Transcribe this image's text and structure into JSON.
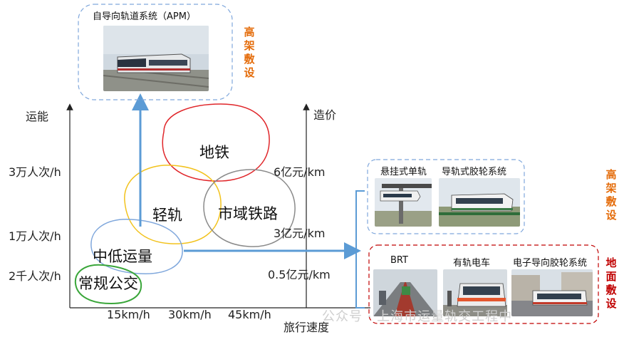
{
  "axes": {
    "y_left_title": "运能",
    "y_right_title": "造价",
    "x_title": "旅行速度"
  },
  "capacity_ticks": [
    "3万人次/h",
    "1万人次/h",
    "2千人次/h"
  ],
  "cost_ticks": [
    "6亿元/km",
    "3亿元/km",
    "0.5亿元/km"
  ],
  "speed_ticks": [
    "15km/h",
    "30km/h",
    "45km/h"
  ],
  "bubbles": {
    "metro": "地铁",
    "light_rail": "轻轨",
    "suburban": "市域铁路",
    "medium_low": "中低运量",
    "bus": "常规公交"
  },
  "top_panel": {
    "caption": "自导向轨道系统（APM）",
    "side_label": "高架敷设"
  },
  "right_elevated": {
    "captions": [
      "悬挂式单轨",
      "导轨式胶轮系统"
    ],
    "side_label": "高架敷设"
  },
  "right_ground": {
    "captions": [
      "BRT",
      "有轨电车",
      "电子导向胶轮系统"
    ],
    "side_label": "地面敷设"
  },
  "watermark": "公众号 · 上海市运量轨交工程中",
  "colors": {
    "orange": "#e46c0a",
    "red": "#c00000",
    "blue_arrow": "#5b9bd5",
    "metro": "#e0262a",
    "light_rail": "#f2c21c",
    "suburban": "#8a8a8a",
    "medium_low": "#7fa7dc",
    "bus": "#3aa63a"
  }
}
